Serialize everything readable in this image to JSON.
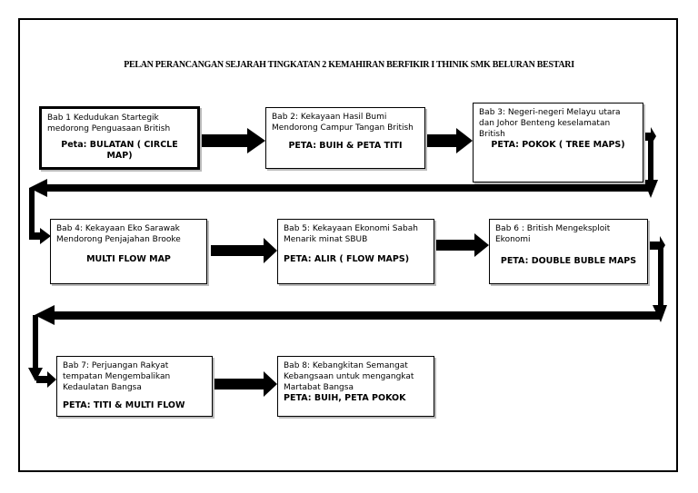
{
  "title": "PELAN PERANCANGAN SEJARAH TINGKATAN 2 KEMAHIRAN BERFIKIR I THINIK  SMK BELURAN BESTARI",
  "boxes": [
    {
      "text": "Bab 1 Kedudukan Startegik medorong Penguasaan British",
      "peta": "Peta: BULATAN ( CIRCLE MAP)"
    },
    {
      "text": "Bab 2:  Kekayaan Hasil Bumi Mendorong Campur Tangan British",
      "peta": "PETA: BUIH & PETA TITI"
    },
    {
      "text": "Bab 3: Negeri-negeri Melayu utara dan Johor Benteng keselamatan British",
      "peta": "PETA:  POKOK ( TREE MAPS)"
    },
    {
      "text": "Bab 4: Kekayaan Eko Sarawak Mendorong Penjajahan Brooke",
      "peta": "MULTI  FLOW MAP"
    },
    {
      "text": "Bab 5: Kekayaan Ekonomi Sabah Menarik minat SBUB",
      "peta": "PETA:  ALIR ( FLOW MAPS)"
    },
    {
      "text": "Bab 6 : British Mengeksploit Ekonomi",
      "peta": "PETA: DOUBLE BUBLE MAPS"
    },
    {
      "text": "Bab 7: Perjuangan Rakyat tempatan Mengembalikan Kedaulatan Bangsa",
      "peta": "PETA: TITI & MULTI FLOW"
    },
    {
      "text": "Bab 8: Kebangkitan Semangat Kebangsaan untuk mengangkat Martabat Bangsa",
      "peta": "PETA: BUIH, PETA POKOK"
    }
  ]
}
